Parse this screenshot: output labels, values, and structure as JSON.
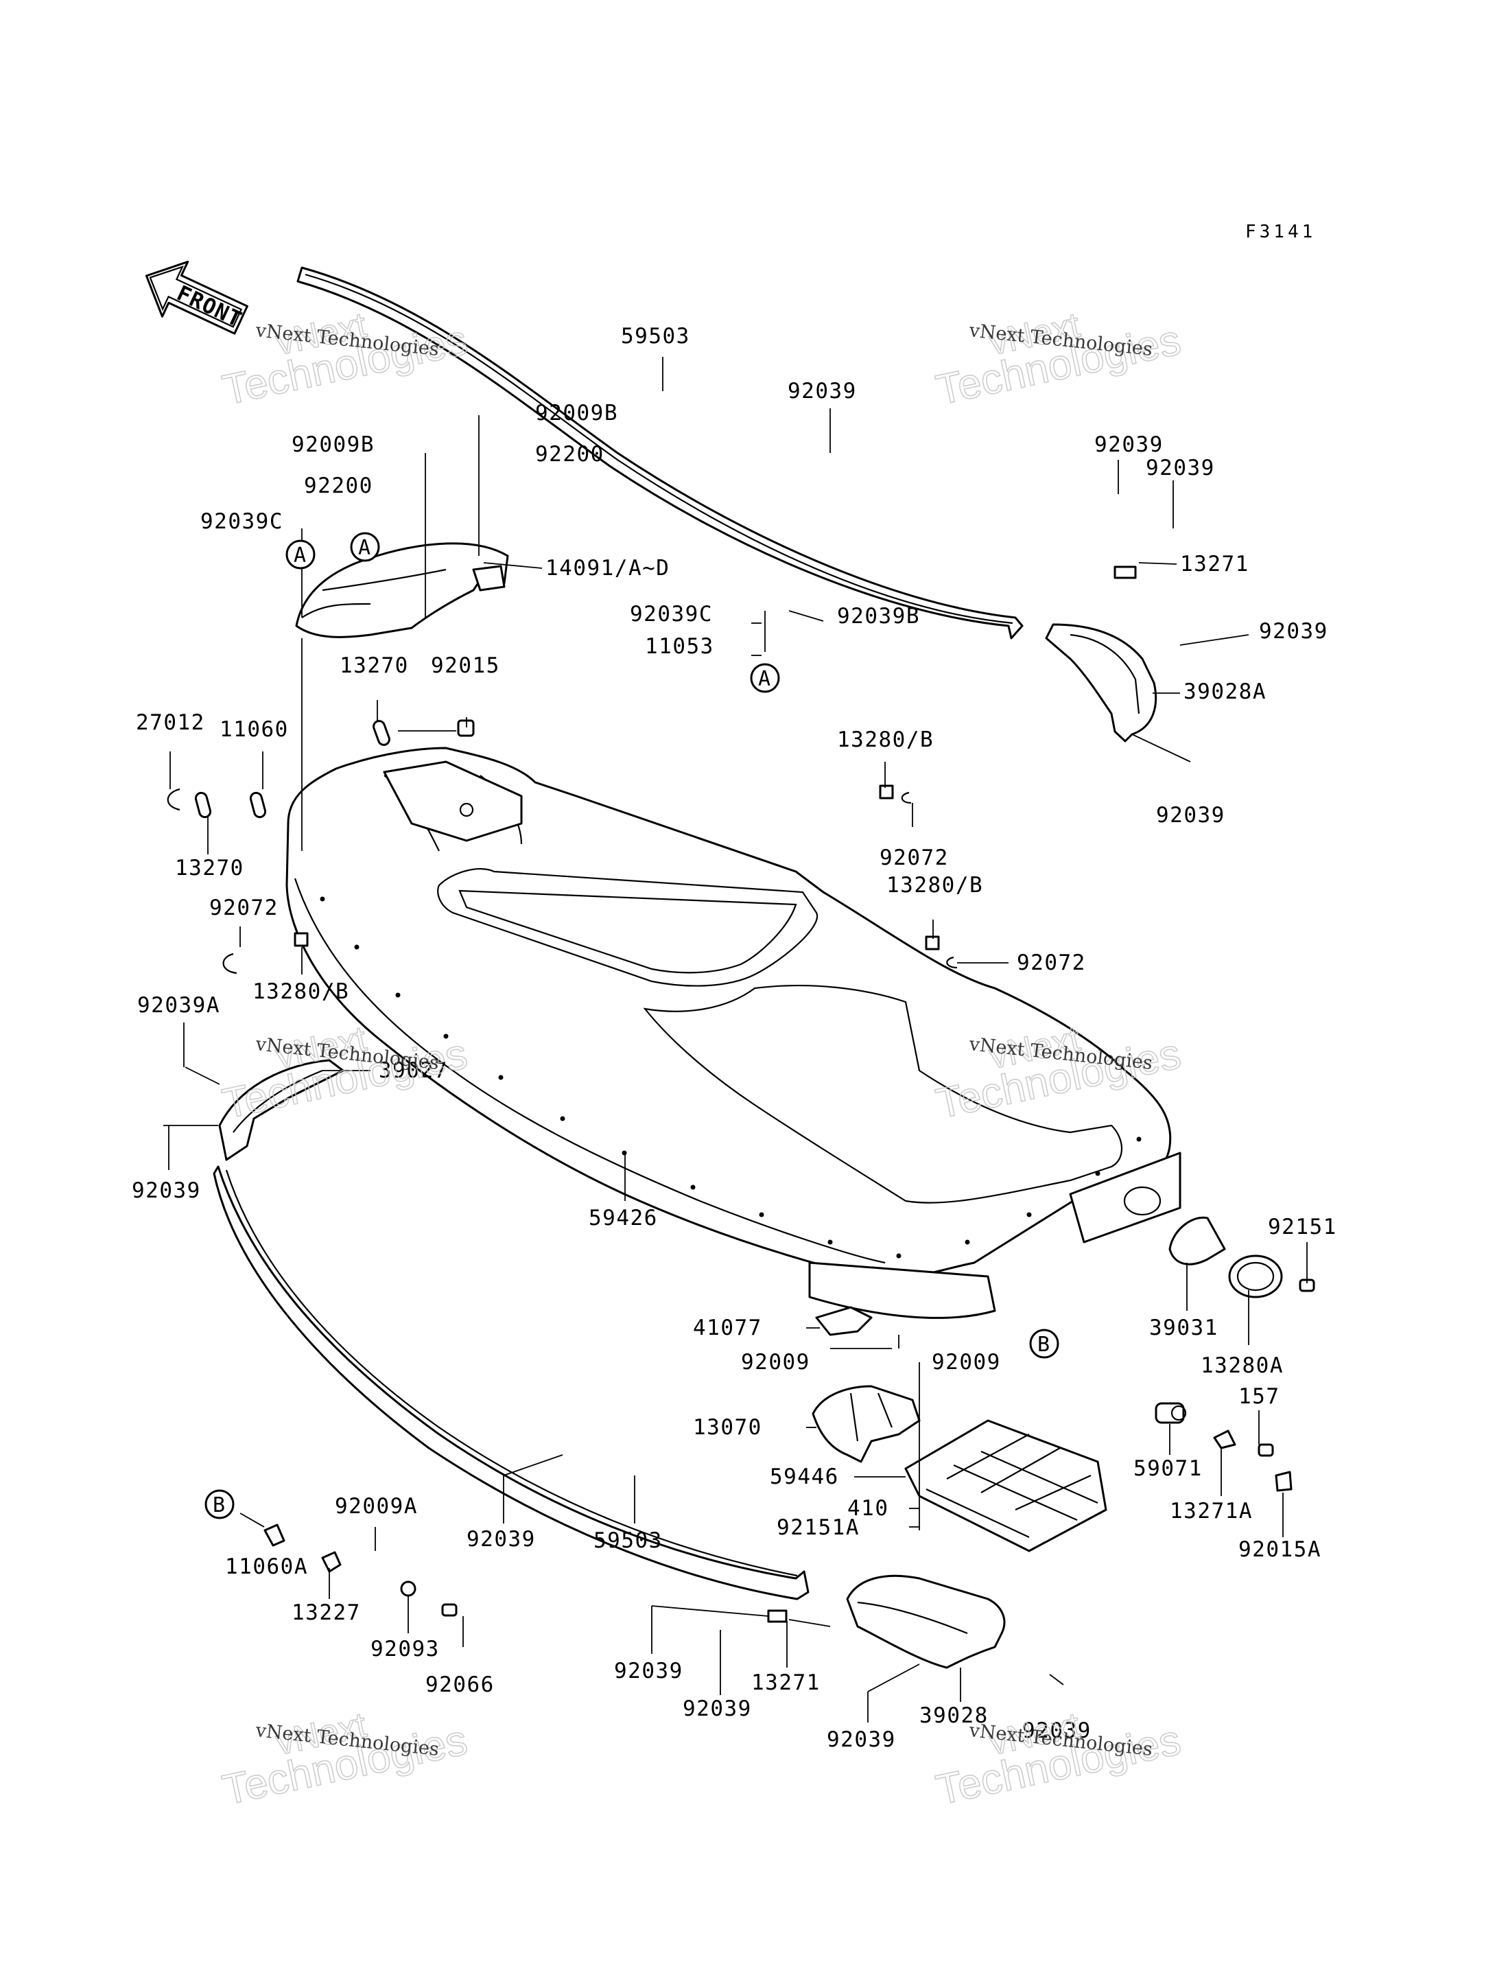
{
  "figure_code": "F3141",
  "front_label": "FRONT",
  "watermark": {
    "top": "vNext",
    "main": "Technologies",
    "sub": "vNext Technologies"
  },
  "callouts": {
    "a": "A",
    "b": "B"
  },
  "parts": {
    "rail_upper": "59503",
    "screw_rail_upper": "92039",
    "screw_upper_1": "92009B",
    "washer_upper_1": "92200",
    "screw_upper_2": "92009B",
    "washer_upper_2": "92200",
    "screw_upper_3": "92039C",
    "cover_front": "14091/A~D",
    "screw_rear_r_1": "92039",
    "screw_rear_r_2": "92039",
    "plate_rear_r": "13271",
    "screw_a_1": "92039C",
    "screw_a_2": "92039B",
    "grommet_a": "11053",
    "screw_rear_r_3": "92039",
    "bumper_rear_r": "39028A",
    "screw_rear_r_4": "92039",
    "plate_hinge_1": "13270",
    "nut_hinge": "92015",
    "spring_hood": "27012",
    "cable_hood": "11060",
    "plate_hinge_2": "13270",
    "plate_grommet_1": "13280/B",
    "clamp_1": "92072",
    "plate_grommet_2": "13280/B",
    "clamp_2": "92072",
    "clamp_3": "92072",
    "plate_grommet_3": "13280/B",
    "screw_front_l": "92039A",
    "bumper_front_l": "39027",
    "screw_front_l_2": "92039",
    "hull": "59426",
    "bolt_exhaust": "92151",
    "cover_exhaust": "39031",
    "plate_exhaust": "13280A",
    "bracket_intake": "41077",
    "screw_intake_1": "92009",
    "screw_intake_2": "92009",
    "cover_intake": "13070",
    "bolt_drain": "157",
    "grate_intake": "59446",
    "drain_plug": "59071",
    "washer_grate": "410",
    "bolt_grate": "92151A",
    "plate_drain": "13271A",
    "nut_drain": "92015A",
    "screw_b_1": "92009A",
    "screw_rail_lower": "92039",
    "rail_lower": "59503",
    "grommet_b": "11060A",
    "plate_b": "13227",
    "washer_b": "92093",
    "bolt_b": "92066",
    "screw_lower_1": "92039",
    "plate_lower": "13271",
    "screw_lower_2": "92039",
    "bumper_rear_l": "39028",
    "screw_lower_3": "92039",
    "screw_lower_4": "92039"
  }
}
